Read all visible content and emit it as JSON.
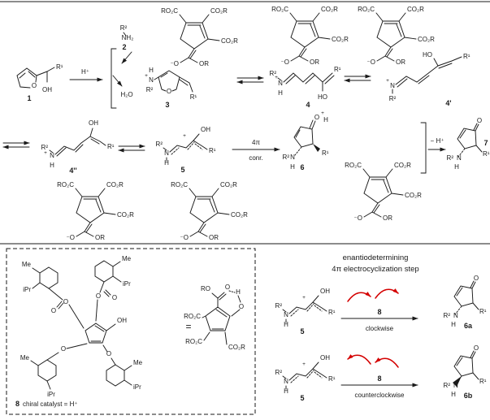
{
  "colors": {
    "ink": "#1a1a1a",
    "accent_red": "#d40000",
    "background": "#ffffff"
  },
  "labels": {
    "r1": "R¹",
    "r2": "R²",
    "oh": "OH",
    "ho": "HO",
    "o": "O",
    "h": "H",
    "n": "N",
    "plus": "+",
    "or": "OR",
    "ro": "RO",
    "ro2c": "RO₂C",
    "co2r": "CO₂R",
    "o_minus": "⁻O",
    "h2o": "H₂O",
    "h_plus": "H⁺",
    "minus_h_plus": "− H⁺",
    "four_pi": "4π",
    "conr": "conr.",
    "me": "Me",
    "ipr": "iPr",
    "equals": "=",
    "nh2": "NH₂"
  },
  "compounds": {
    "c1": "1",
    "c2": "2",
    "c3": "3",
    "c4": "4",
    "c4p": "4'",
    "c4pp": "4''",
    "c5": "5",
    "c6": "6",
    "c7": "7",
    "c8": "8",
    "c6a": "6a",
    "c6b": "6b"
  },
  "captions": {
    "title1": "enantiodetermining",
    "title2": "4π electrocyclization step",
    "clockwise": "clockwise",
    "counterclockwise": "counterclockwise",
    "catalyst": "chiral catalyst = H⁺"
  }
}
